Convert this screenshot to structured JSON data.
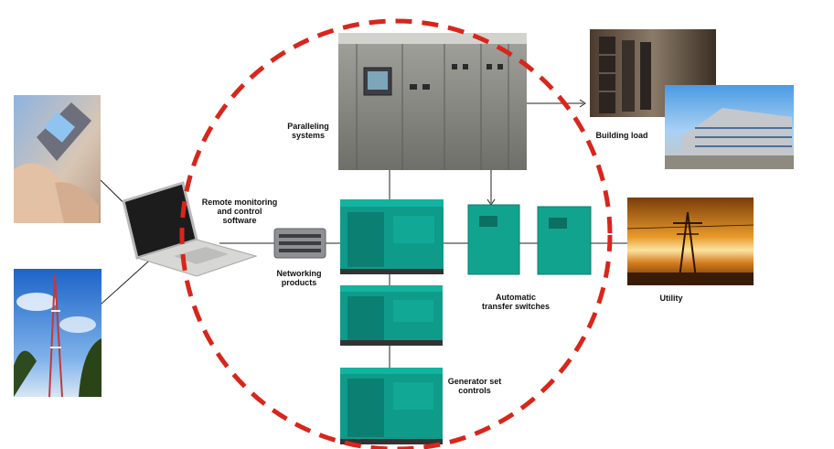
{
  "labels": {
    "paralleling_l1": "Paralleling",
    "paralleling_l2": "systems",
    "building_load": "Building load",
    "remote_l1": "Remote monitoring",
    "remote_l2": "and control",
    "remote_l3": "software",
    "networking_l1": "Networking",
    "networking_l2": "products",
    "ats_l1": "Automatic",
    "ats_l2": "transfer switches",
    "utility": "Utility",
    "gsc_l1": "Generator set",
    "gsc_l2": "controls"
  },
  "colors": {
    "boundary_dashes": "#d8261c",
    "generator_green": "#0e9b8a",
    "cabinet_grey": "#8d8d89",
    "connector_line": "#222222"
  },
  "icons": [
    "cell-phone-photo",
    "telecom-tower-photo",
    "laptop",
    "network-hub",
    "paralleling-switchgear-photo",
    "data-center-photo",
    "office-building-photo",
    "generator-set",
    "transfer-switch-cabinet",
    "power-pylon-sunset-photo"
  ]
}
